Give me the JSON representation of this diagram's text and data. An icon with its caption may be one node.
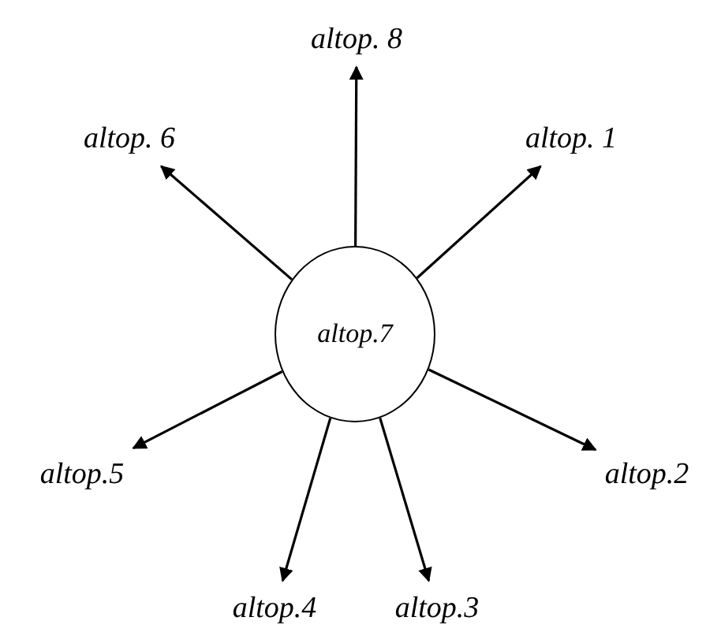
{
  "diagram": {
    "nodes": [
      {
        "text": [
          "altop. 8"
        ]
      },
      {
        "text": [
          "altop. 6"
        ]
      },
      {
        "text": [
          "altop. 1"
        ]
      },
      {
        "text": [
          "altop.7"
        ]
      },
      {
        "text": [
          "altop.5"
        ]
      },
      {
        "text": [
          "altop.2"
        ]
      },
      {
        "text": [
          "altop.4"
        ]
      },
      {
        "text": [
          "altop.3"
        ]
      }
    ],
    "edges": [
      {
        "from": 3,
        "to": 0,
        "arrow": "to"
      },
      {
        "from": 3,
        "to": 1,
        "arrow": "to"
      },
      {
        "from": 3,
        "to": 2,
        "arrow": "to"
      },
      {
        "from": 3,
        "to": 4,
        "arrow": "to"
      },
      {
        "from": 3,
        "to": 5,
        "arrow": "to"
      },
      {
        "from": 3,
        "to": 6,
        "arrow": "to"
      },
      {
        "from": 3,
        "to": 7,
        "arrow": "to"
      }
    ]
  }
}
